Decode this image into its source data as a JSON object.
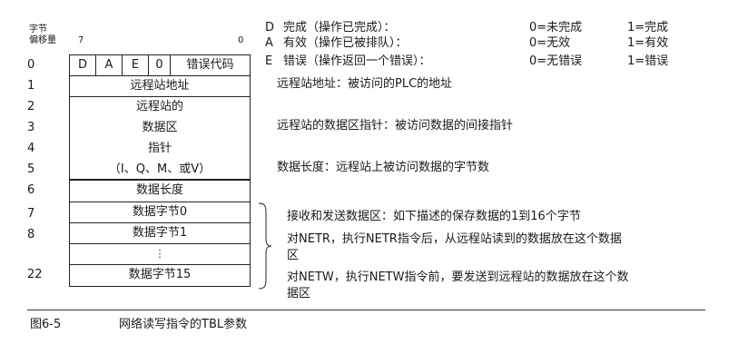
{
  "header": {
    "byte_label": "字节",
    "offset_label": "偏移量",
    "bit_high": "7",
    "bit_low": "0"
  },
  "flags": {
    "d": "D",
    "a": "A",
    "e": "E",
    "zero": "0",
    "error_code": "错误代码"
  },
  "rows": [
    {
      "index": "0",
      "text": ""
    },
    {
      "index": "1",
      "text": "远程站地址"
    },
    {
      "index": "2",
      "text": "远程站的"
    },
    {
      "index": "3",
      "text": "数据区"
    },
    {
      "index": "4",
      "text": "指针"
    },
    {
      "index": "5",
      "text": "（I、Q、M、或V）"
    },
    {
      "index": "6",
      "text": "数据长度"
    },
    {
      "index": "7",
      "text": "数据字节0"
    },
    {
      "index": "8",
      "text": "数据字节1"
    },
    {
      "index": "",
      "text": "⋮"
    },
    {
      "index": "22",
      "text": "数据字节15"
    }
  ],
  "legend": [
    {
      "letter": "D",
      "desc": "完成（操作已完成）：",
      "v0": "0=未完成",
      "v1": "1=完成"
    },
    {
      "letter": "A",
      "desc": "有效（操作已被排队）：",
      "v0": "0=无效",
      "v1": "1=有效"
    },
    {
      "letter": "E",
      "desc": "错误（操作返回一个错误）：",
      "v0": "0=无错误",
      "v1": "1=错误"
    }
  ],
  "descriptions": {
    "address": "远程站地址：被访问的PLC的地址",
    "pointer": "远程站的数据区指针：被访问数据的间接指针",
    "length": "数据长度：远程站上被访问数据的字节数",
    "data_area": "接收和发送数据区：如下描述的保存数据的1到16个字节",
    "netr_line1": "对NETR，执行NETR指令后，从远程站读到的数据放在这个数据",
    "netr_line2": "区",
    "netw_line1": "对NETW，执行NETW指令前，要发送到远程站的数据放在这个数",
    "netw_line2": "据区"
  },
  "caption": {
    "figure_no": "图6-5",
    "title": "网络读写指令的TBL参数"
  }
}
